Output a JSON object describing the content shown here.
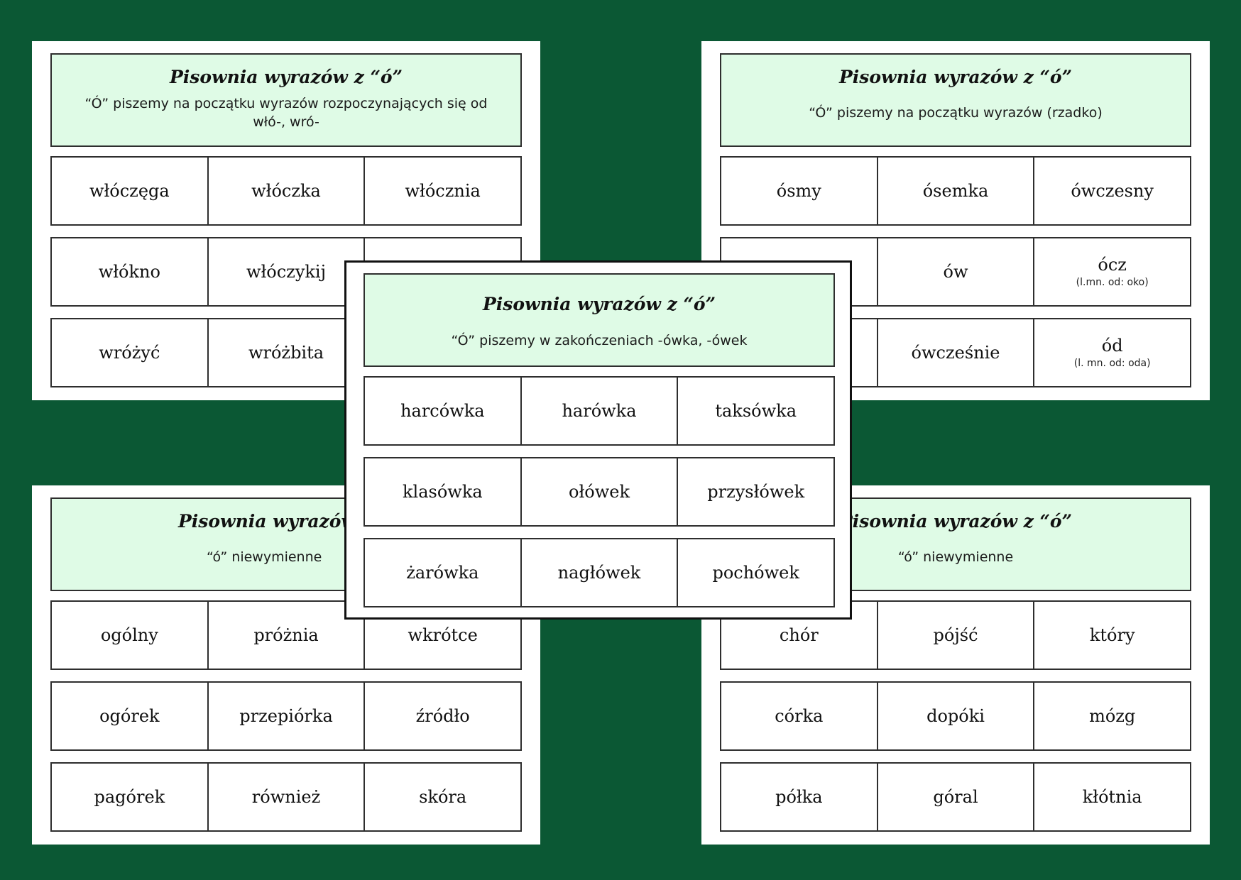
{
  "cards": [
    {
      "title": "Pisownia wyrazów z “ó”",
      "subtitle": "“Ó” piszemy na początku wyrazów rozpoczynających się od włó-, wró-",
      "rows": [
        [
          {
            "word": "włóczęga"
          },
          {
            "word": "włóczka"
          },
          {
            "word": "włócznia"
          }
        ],
        [
          {
            "word": "włókno"
          },
          {
            "word": "włóczykij"
          },
          {
            "word": ""
          }
        ],
        [
          {
            "word": "wróżyć"
          },
          {
            "word": "wróżbita"
          },
          {
            "word": ""
          }
        ]
      ]
    },
    {
      "title": "Pisownia wyrazów z “ó”",
      "subtitle": "“Ó” piszemy na początku wyrazów (rzadko)",
      "rows": [
        [
          {
            "word": "ósmy"
          },
          {
            "word": "ósemka"
          },
          {
            "word": "ówczesny"
          }
        ],
        [
          {
            "word": ""
          },
          {
            "word": "ów"
          },
          {
            "word": "ócz",
            "note": "(l.mn. od: oko)"
          }
        ],
        [
          {
            "word": ""
          },
          {
            "word": "ówcześnie"
          },
          {
            "word": "ód",
            "note": "(l. mn. od: oda)"
          }
        ]
      ]
    },
    {
      "title": "Pisownia wyrazów",
      "subtitle": "“ó” niewymienne",
      "rows": [
        [
          {
            "word": "ogólny"
          },
          {
            "word": "próżnia"
          },
          {
            "word": "wkrótce"
          }
        ],
        [
          {
            "word": "ogórek"
          },
          {
            "word": "przepiórka"
          },
          {
            "word": "źródło"
          }
        ],
        [
          {
            "word": "pagórek"
          },
          {
            "word": "również"
          },
          {
            "word": "skóra"
          }
        ]
      ]
    },
    {
      "title": "Pisownia wyrazów z “ó”",
      "subtitle": "“ó” niewymienne",
      "rows": [
        [
          {
            "word": "chór"
          },
          {
            "word": "pójść"
          },
          {
            "word": "który"
          }
        ],
        [
          {
            "word": "córka"
          },
          {
            "word": "dopóki"
          },
          {
            "word": "mózg"
          }
        ],
        [
          {
            "word": "półka"
          },
          {
            "word": "góral"
          },
          {
            "word": "kłótnia"
          }
        ]
      ]
    },
    {
      "title": "Pisownia wyrazów z “ó”",
      "subtitle": "“Ó” piszemy w zakończeniach -ówka, -ówek",
      "rows": [
        [
          {
            "word": "harcówka"
          },
          {
            "word": "harówka"
          },
          {
            "word": "taksówka"
          }
        ],
        [
          {
            "word": "klasówka"
          },
          {
            "word": "ołówek"
          },
          {
            "word": "przysłówek"
          }
        ],
        [
          {
            "word": "żarówka"
          },
          {
            "word": "nagłówek"
          },
          {
            "word": "pochówek"
          }
        ]
      ]
    }
  ]
}
